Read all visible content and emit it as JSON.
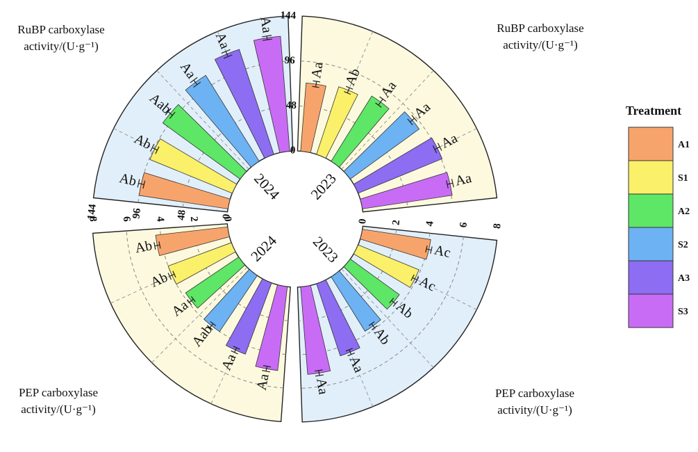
{
  "legend": {
    "title": "Treatment",
    "items": [
      {
        "name": "A1",
        "color": "#F7A46C"
      },
      {
        "name": "S1",
        "color": "#FAF06A"
      },
      {
        "name": "A2",
        "color": "#5EE667"
      },
      {
        "name": "S2",
        "color": "#6DB2F2"
      },
      {
        "name": "A3",
        "color": "#8D6DF2"
      },
      {
        "name": "S3",
        "color": "#C86CF5"
      }
    ]
  },
  "chart_data": [
    {
      "type": "bar",
      "layout": "polar-sector",
      "quadrant": "top-left",
      "year_label": "2024",
      "ylabel": "RuBP carboxylase activity/(U·g⁻¹)",
      "categories": [
        "A1",
        "S1",
        "A2",
        "S2",
        "A3",
        "S3"
      ],
      "values": [
        96,
        95,
        102,
        108,
        118,
        123
      ],
      "errors": [
        3,
        3,
        3,
        3,
        3,
        2
      ],
      "significance": [
        "Ab",
        "Ab",
        "Aab",
        "Aa",
        "Aa",
        "Aa"
      ],
      "ylim": [
        0,
        144
      ],
      "ticks": [
        0,
        48,
        96,
        144
      ],
      "background": "#E1EFFA"
    },
    {
      "type": "bar",
      "layout": "polar-sector",
      "quadrant": "top-right",
      "year_label": "2023",
      "ylabel": "RuBP carboxylase activity/(U·g⁻¹)",
      "categories": [
        "A1",
        "S1",
        "A2",
        "S2",
        "A3",
        "S3"
      ],
      "values": [
        73,
        76,
        82,
        91,
        97,
        97
      ],
      "errors": [
        3,
        3,
        4,
        3,
        3,
        3
      ],
      "significance": [
        "Aa",
        "Ab",
        "Aa",
        "Aa",
        "Aa",
        "Aa"
      ],
      "ylim": [
        0,
        144
      ],
      "ticks": [
        0,
        48,
        96,
        144
      ],
      "background": "#FCF9DE"
    },
    {
      "type": "bar",
      "layout": "polar-sector",
      "quadrant": "bottom-left",
      "year_label": "2024",
      "ylabel": "PEP carboxylase activity/(U·g⁻¹)",
      "categories": [
        "A1",
        "S1",
        "A2",
        "S2",
        "A3",
        "S3"
      ],
      "values": [
        4.3,
        4.0,
        3.8,
        4.0,
        4.5,
        5.0
      ],
      "errors": [
        0.15,
        0.15,
        0.15,
        0.15,
        0.15,
        0.15
      ],
      "significance": [
        "Ab",
        "Ab",
        "Aa",
        "Aab",
        "Aa",
        "Aa"
      ],
      "ylim": [
        0,
        8
      ],
      "ticks": [
        0,
        2,
        4,
        6,
        8
      ],
      "background": "#FCF9DE"
    },
    {
      "type": "bar",
      "layout": "polar-sector",
      "quadrant": "bottom-right",
      "year_label": "2023",
      "ylabel": "PEP carboxylase activity/(U·g⁻¹)",
      "categories": [
        "A1",
        "S1",
        "A2",
        "S2",
        "A3",
        "S3"
      ],
      "values": [
        4.1,
        3.9,
        3.6,
        3.8,
        4.5,
        5.2
      ],
      "errors": [
        0.15,
        0.15,
        0.15,
        0.15,
        0.15,
        0.15
      ],
      "significance": [
        "Ac",
        "Ac",
        "Ab",
        "Ab",
        "Aa",
        "Aa"
      ],
      "ylim": [
        0,
        8
      ],
      "ticks": [
        0,
        2,
        4,
        6,
        8
      ],
      "background": "#E1EFFA"
    }
  ]
}
